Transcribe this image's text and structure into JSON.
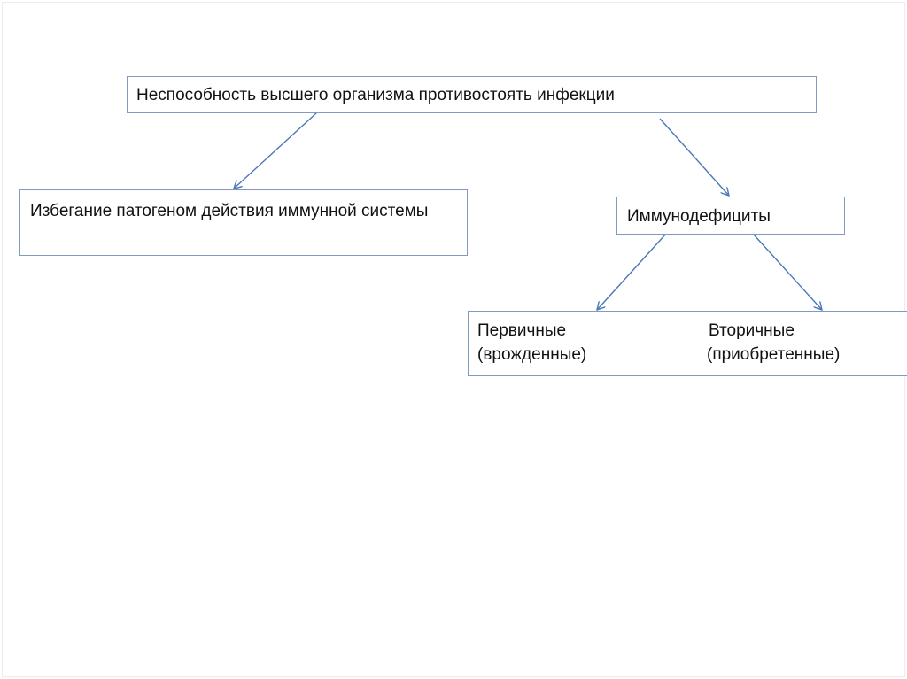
{
  "diagram": {
    "root": "Неспособность высшего организма противостоять инфекции",
    "left": "Избегание патогеном действия иммунной системы",
    "right": "Иммунодефициты",
    "primary": {
      "line1": "Первичные",
      "line2": "(врожденные)"
    },
    "secondary": {
      "line1": "Вторичные",
      "line2": "(приобретенные)"
    },
    "arrow_color": "#4a78b8",
    "border_color": "#7f9bc4"
  }
}
